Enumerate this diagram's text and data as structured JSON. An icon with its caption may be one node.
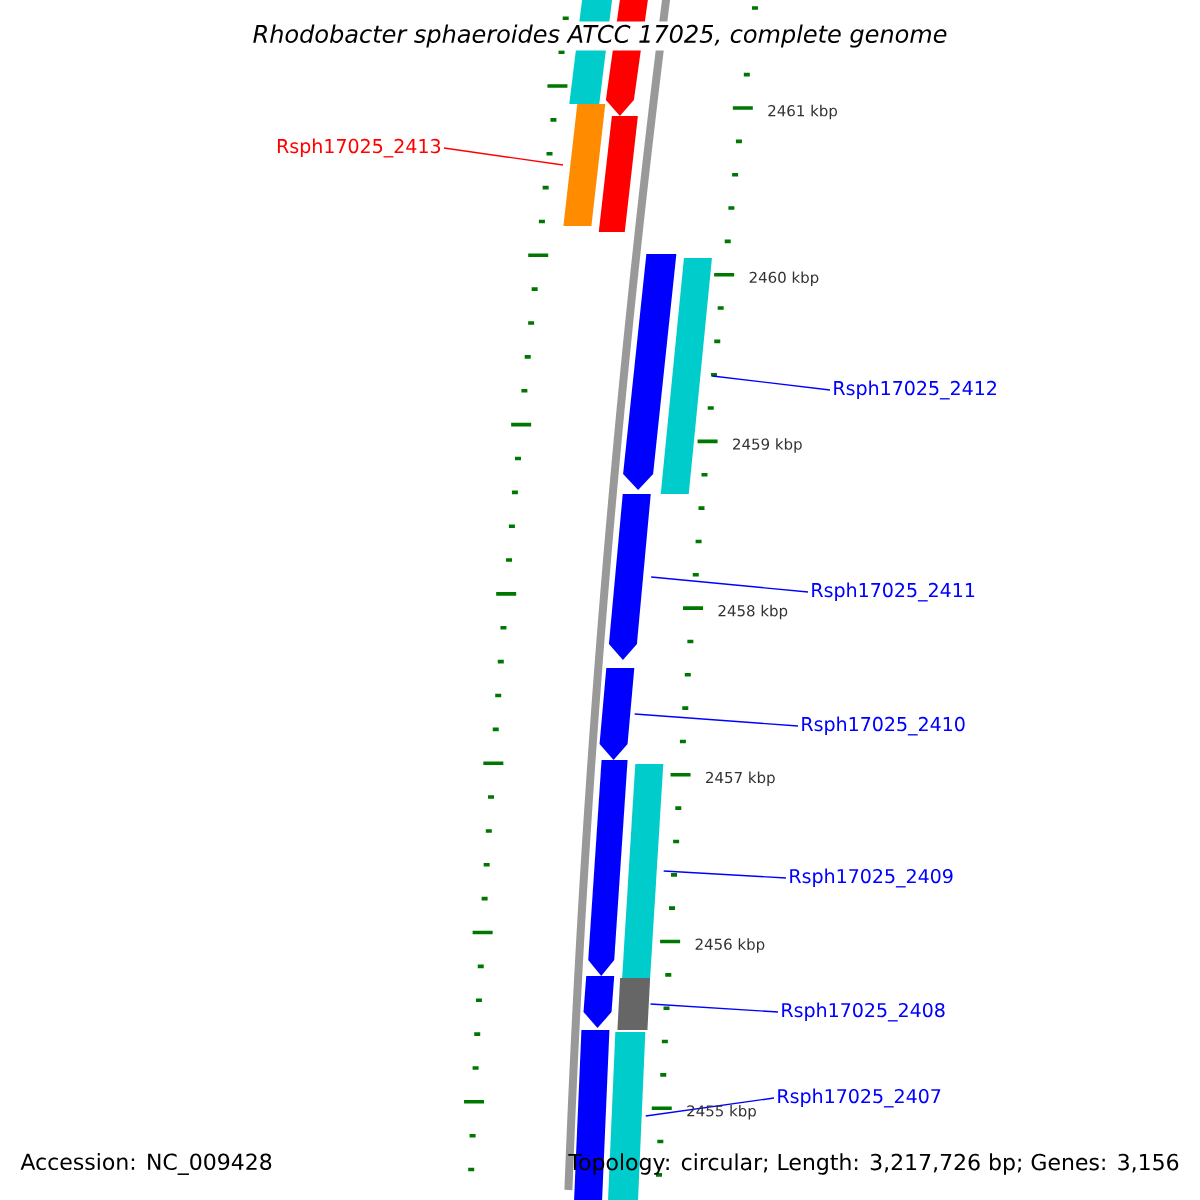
{
  "diagram": {
    "title": "Rhodobacter sphaeroides ATCC 17025, complete genome",
    "nodes": [
      {
        "text": [
          "Rsph17025_2413"
        ]
      },
      {
        "text": [],
        "shape": "bar"
      },
      {
        "text": [
          "Rsph17025_2412"
        ]
      },
      {
        "text": [],
        "shape": "bar"
      },
      {
        "text": [
          "Rsph17025_2411"
        ]
      },
      {
        "text": [],
        "shape": "arrow"
      },
      {
        "text": [
          "Rsph17025_2410"
        ]
      },
      {
        "text": [],
        "shape": "arrow"
      },
      {
        "text": [
          "Rsph17025_2409"
        ]
      },
      {
        "text": [],
        "shape": "bar"
      },
      {
        "text": [
          "Rsph17025_2408"
        ]
      },
      {
        "text": [],
        "shape": "bar"
      },
      {
        "text": [
          "Rsph17025_2407"
        ]
      },
      {
        "text": [],
        "shape": "bar"
      }
    ],
    "edges": [
      {
        "from": 0,
        "to": 1,
        "arrow": "none",
        "color": "#ff0000"
      },
      {
        "from": 2,
        "to": 3,
        "arrow": "none"
      },
      {
        "from": 4,
        "to": 5,
        "arrow": "none"
      },
      {
        "from": 6,
        "to": 7,
        "arrow": "none"
      },
      {
        "from": 8,
        "to": 9,
        "arrow": "none"
      },
      {
        "from": 10,
        "to": 11,
        "arrow": "none"
      },
      {
        "from": 12,
        "to": 13,
        "arrow": "none"
      }
    ],
    "labels": [
      "2461 kbp",
      "2460 kbp",
      "2459 kbp",
      "2458 kbp",
      "2457 kbp",
      "2456 kbp",
      "2455 kbp",
      "Accession: NC_009428",
      "Topology: circular; Length: 3,217,726 bp; Genes: 3,156"
    ]
  }
}
